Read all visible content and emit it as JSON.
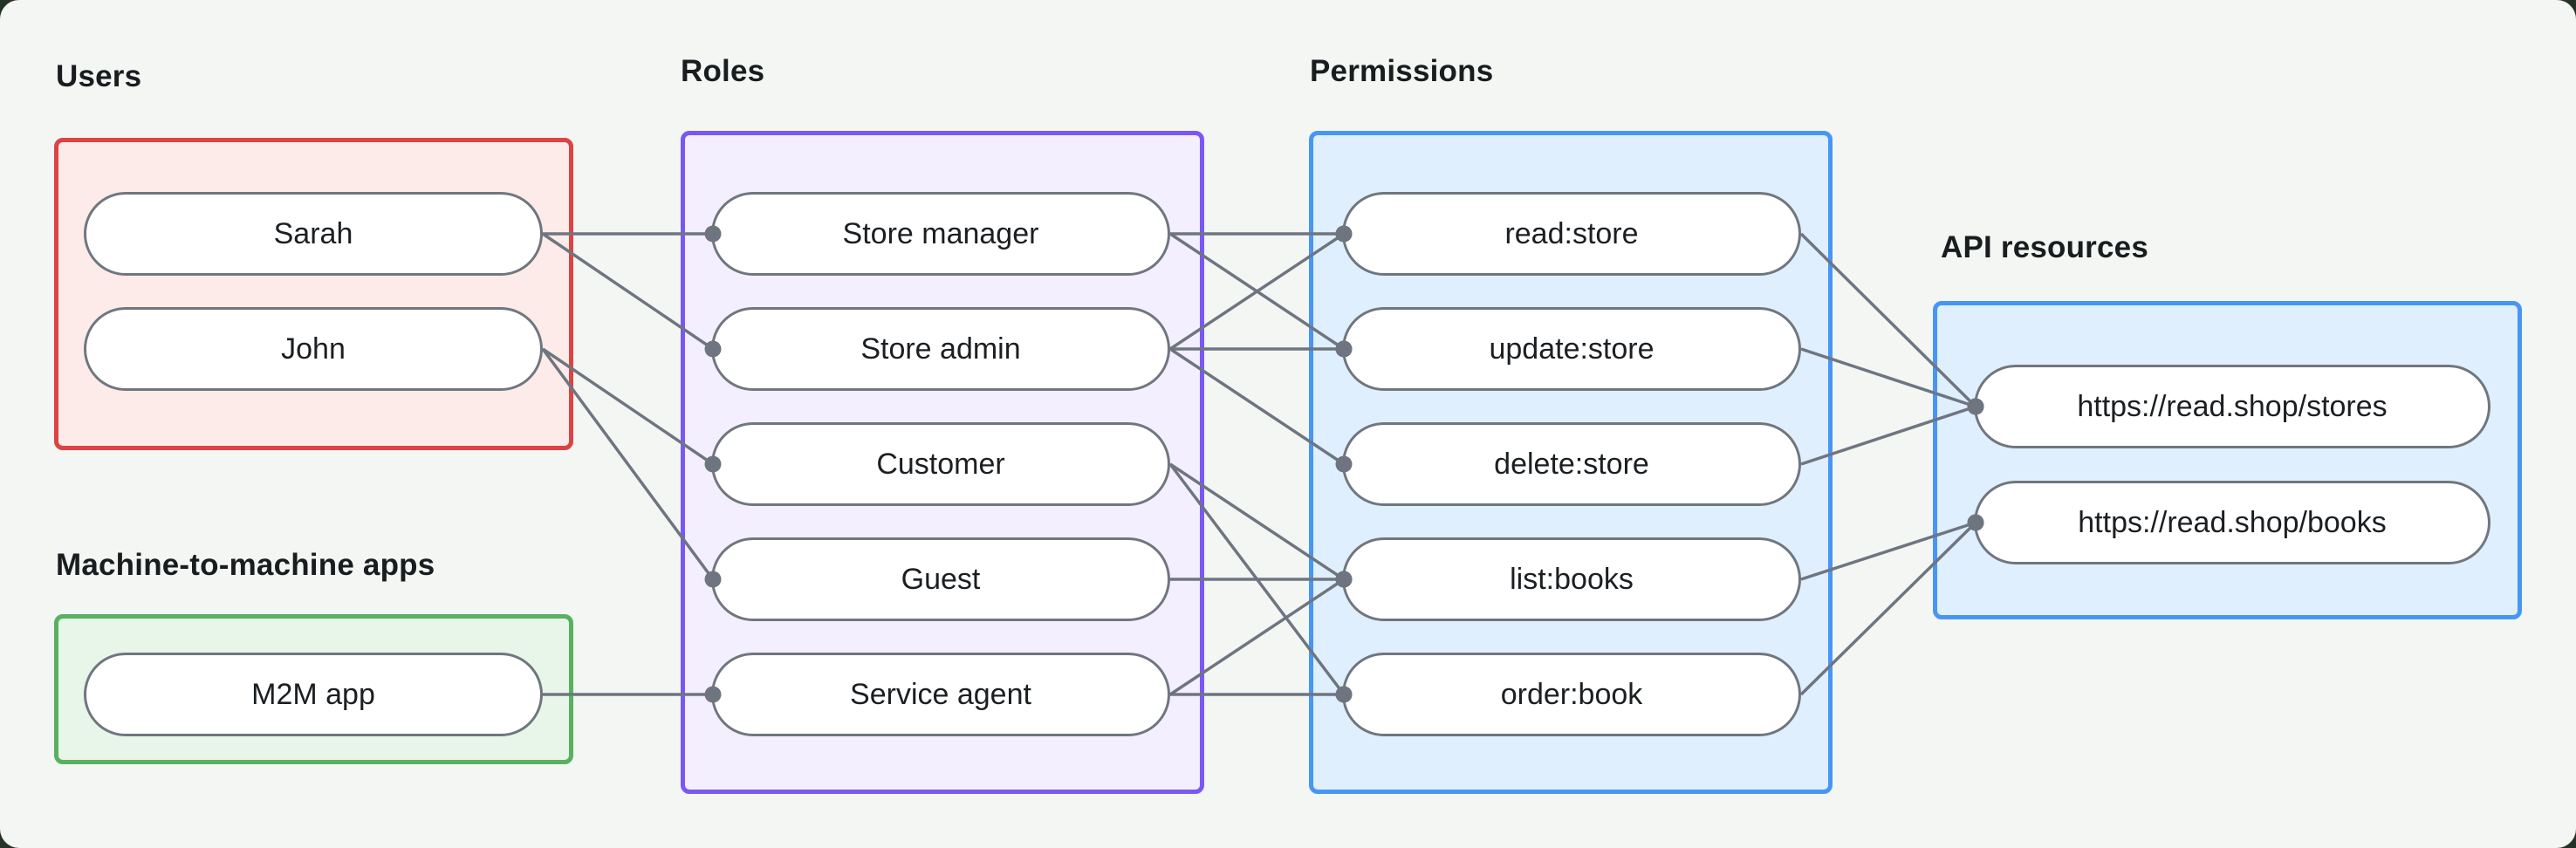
{
  "panel": {
    "background": "#F4F6F4",
    "outer_background": "#233427"
  },
  "diagram": {
    "line_color": "#6F7580",
    "node_border_color": "#70767E",
    "node_fill": "#FFFFFF",
    "groups": [
      {
        "id": "users",
        "label": "Users",
        "border_color": "#DC4444",
        "fill_color": "#FCEBE9",
        "items": [
          {
            "id": "sarah",
            "label": "Sarah"
          },
          {
            "id": "john",
            "label": "John"
          }
        ]
      },
      {
        "id": "m2m",
        "label": "Machine-to-machine apps",
        "border_color": "#57B15F",
        "fill_color": "#E8F5E9",
        "items": [
          {
            "id": "m2m-app",
            "label": "M2M app"
          }
        ]
      },
      {
        "id": "roles",
        "label": "Roles",
        "border_color": "#7A58F6",
        "fill_color": "#F3EFFE",
        "items": [
          {
            "id": "store-manager",
            "label": "Store manager"
          },
          {
            "id": "store-admin",
            "label": "Store admin"
          },
          {
            "id": "customer",
            "label": "Customer"
          },
          {
            "id": "guest",
            "label": "Guest"
          },
          {
            "id": "service-agent",
            "label": "Service agent"
          }
        ]
      },
      {
        "id": "permissions",
        "label": "Permissions",
        "border_color": "#4796F5",
        "fill_color": "#DFEFFD",
        "items": [
          {
            "id": "read-store",
            "label": "read:store"
          },
          {
            "id": "update-store",
            "label": "update:store"
          },
          {
            "id": "delete-store",
            "label": "delete:store"
          },
          {
            "id": "list-books",
            "label": "list:books"
          },
          {
            "id": "order-book",
            "label": "order:book"
          }
        ]
      },
      {
        "id": "api",
        "label": "API resources",
        "border_color": "#4796F5",
        "fill_color": "#DFEFFD",
        "items": [
          {
            "id": "stores-api",
            "label": "https://read.shop/stores"
          },
          {
            "id": "books-api",
            "label": "https://read.shop/books"
          }
        ]
      }
    ],
    "edges": [
      {
        "from": "sarah",
        "to": "store-manager"
      },
      {
        "from": "sarah",
        "to": "store-admin"
      },
      {
        "from": "john",
        "to": "customer"
      },
      {
        "from": "john",
        "to": "guest"
      },
      {
        "from": "m2m-app",
        "to": "service-agent"
      },
      {
        "from": "store-manager",
        "to": "read-store"
      },
      {
        "from": "store-manager",
        "to": "update-store"
      },
      {
        "from": "store-admin",
        "to": "read-store"
      },
      {
        "from": "store-admin",
        "to": "update-store"
      },
      {
        "from": "store-admin",
        "to": "delete-store"
      },
      {
        "from": "customer",
        "to": "list-books"
      },
      {
        "from": "customer",
        "to": "order-book"
      },
      {
        "from": "guest",
        "to": "list-books"
      },
      {
        "from": "service-agent",
        "to": "list-books"
      },
      {
        "from": "service-agent",
        "to": "order-book"
      },
      {
        "from": "read-store",
        "to": "stores-api"
      },
      {
        "from": "update-store",
        "to": "stores-api"
      },
      {
        "from": "delete-store",
        "to": "stores-api"
      },
      {
        "from": "list-books",
        "to": "books-api"
      },
      {
        "from": "order-book",
        "to": "books-api"
      }
    ]
  }
}
